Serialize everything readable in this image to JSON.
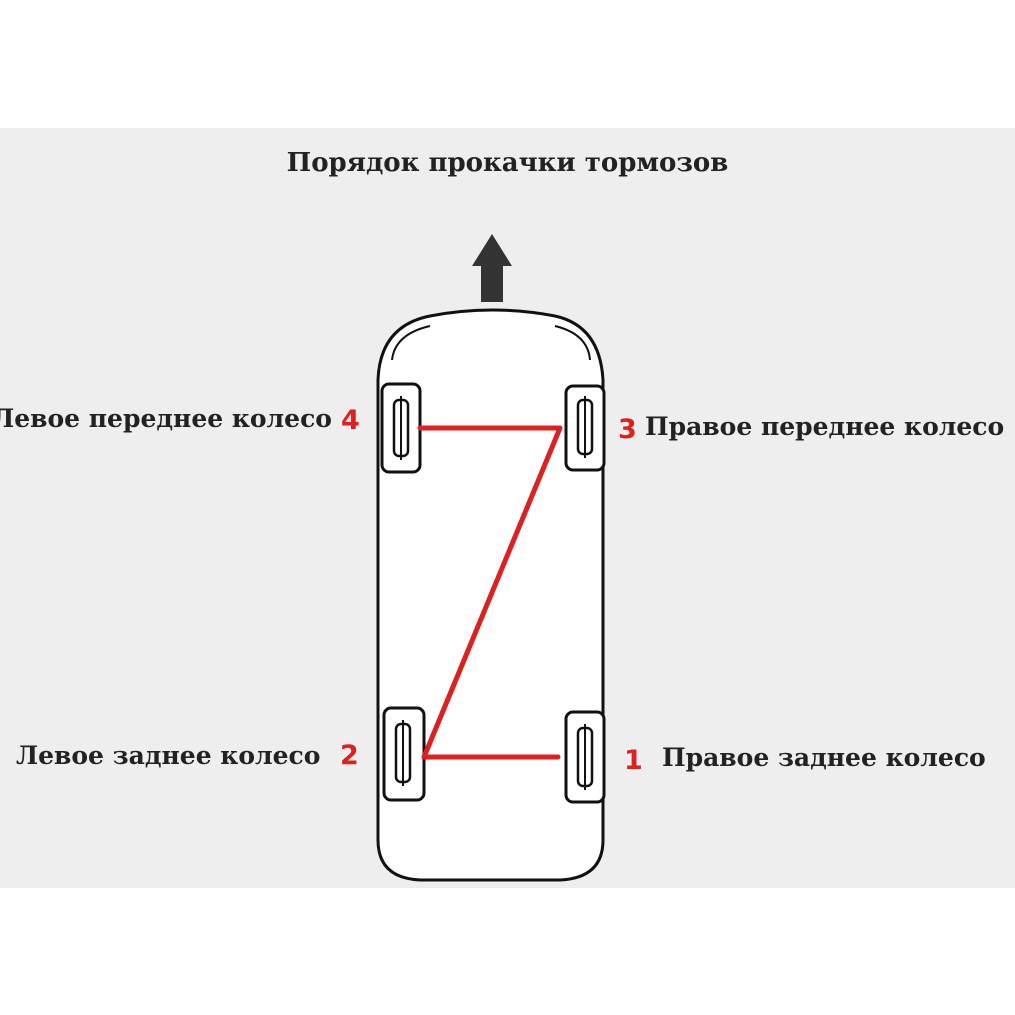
{
  "title": "Порядок прокачки тормозов",
  "colors": {
    "sequence_line": "#dd2020",
    "numbers": "#dd2020",
    "car_outline": "#111111",
    "arrow": "#333333",
    "panel": "#eeeeee"
  },
  "wheels": {
    "front_left": {
      "label": "Левое переднее колесо",
      "order": "4"
    },
    "front_right": {
      "label": "Правое переднее колесо",
      "order": "3"
    },
    "rear_left": {
      "label": "Левое заднее колесо",
      "order": "2"
    },
    "rear_right": {
      "label": "Правое заднее колесо",
      "order": "1"
    }
  },
  "bleed_sequence": [
    "1",
    "2",
    "3",
    "4"
  ],
  "icons": {
    "direction": "arrow-up-icon",
    "wheel": "wheel-icon"
  }
}
